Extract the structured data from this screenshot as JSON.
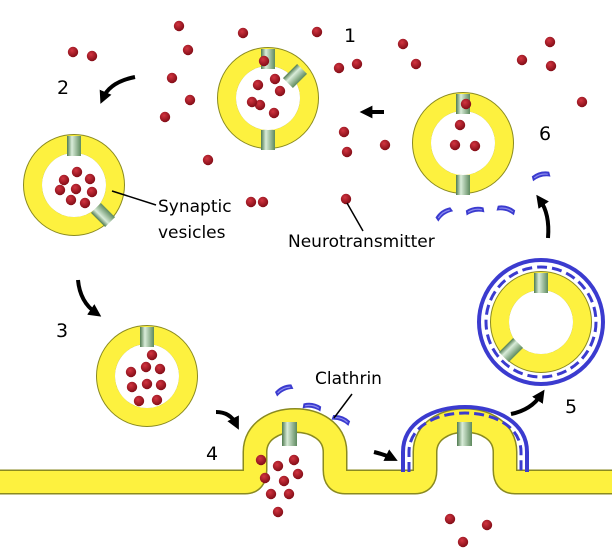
{
  "diagram": {
    "step_numbers": [
      "1",
      "2",
      "3",
      "4",
      "5",
      "6"
    ],
    "labels": {
      "synaptic_vesicles_line1": "Synaptic",
      "synaptic_vesicles_line2": "vesicles",
      "neurotransmitter": "Neurotransmitter",
      "clathrin": "Clathrin"
    },
    "colors": {
      "membrane_fill": "#fdf13f",
      "membrane_stroke": "#8a8a20",
      "neurotransmitter": "#a00e1a",
      "channel": "#c9e2c9",
      "clathrin": "#3b3bcf",
      "clathrin_light": "#8c8cee",
      "arrow": "#000000"
    }
  }
}
